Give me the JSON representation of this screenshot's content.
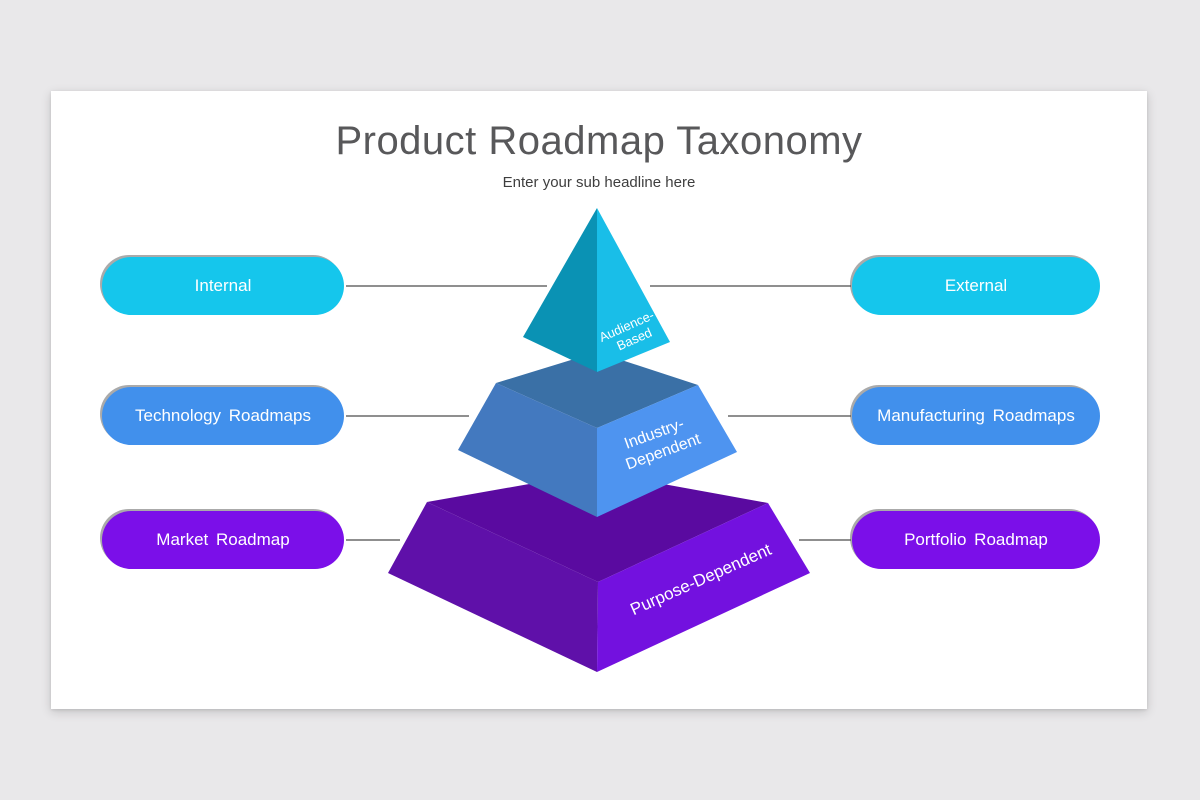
{
  "slide": {
    "title": "Product Roadmap Taxonomy",
    "subtitle": "Enter your sub headline here"
  },
  "palette": {
    "bg": "#E9E8EA",
    "slide_bg": "#FFFFFF",
    "title_color": "#58585A",
    "subtitle_color": "#3E3E3E",
    "connector": "#8F8F8F",
    "pill_cyan": "#15C6EC",
    "pill_blue": "#4190EC",
    "pill_purple": "#7B0FE9"
  },
  "rows": [
    {
      "level": "audience-based",
      "left": {
        "label": "Internal"
      },
      "right": {
        "label": "External"
      },
      "color": "#15C6EC"
    },
    {
      "level": "industry-dependent",
      "left": {
        "label": "Technology Roadmaps"
      },
      "right": {
        "label": "Manufacturing Roadmaps"
      },
      "color": "#4190EC"
    },
    {
      "level": "purpose-dependent",
      "left": {
        "label": "Market Roadmap"
      },
      "right": {
        "label": "Portfolio Roadmap"
      },
      "color": "#7B0FE9"
    }
  ],
  "pyramid": {
    "tiers": [
      {
        "name": "audience-based",
        "label": "Audience-Based",
        "lines": {
          "0": "Audience-",
          "1": "Based"
        },
        "faces": {
          "left": "#0A92B4",
          "right": "#19BEE8"
        }
      },
      {
        "name": "industry-dependent",
        "label": "Industry-Dependent",
        "lines": {
          "0": "Industry-",
          "1": "Dependent"
        },
        "faces": {
          "top": "#3A70A6",
          "left": "#4379BF",
          "right": "#4E94F0"
        }
      },
      {
        "name": "purpose-dependent",
        "label": "Purpose-Dependent",
        "lines": {
          "0": "Purpose-Dependent"
        },
        "faces": {
          "top": "#5A0AA0",
          "left": "#5F10A9",
          "right": "#7311DF"
        }
      }
    ]
  }
}
